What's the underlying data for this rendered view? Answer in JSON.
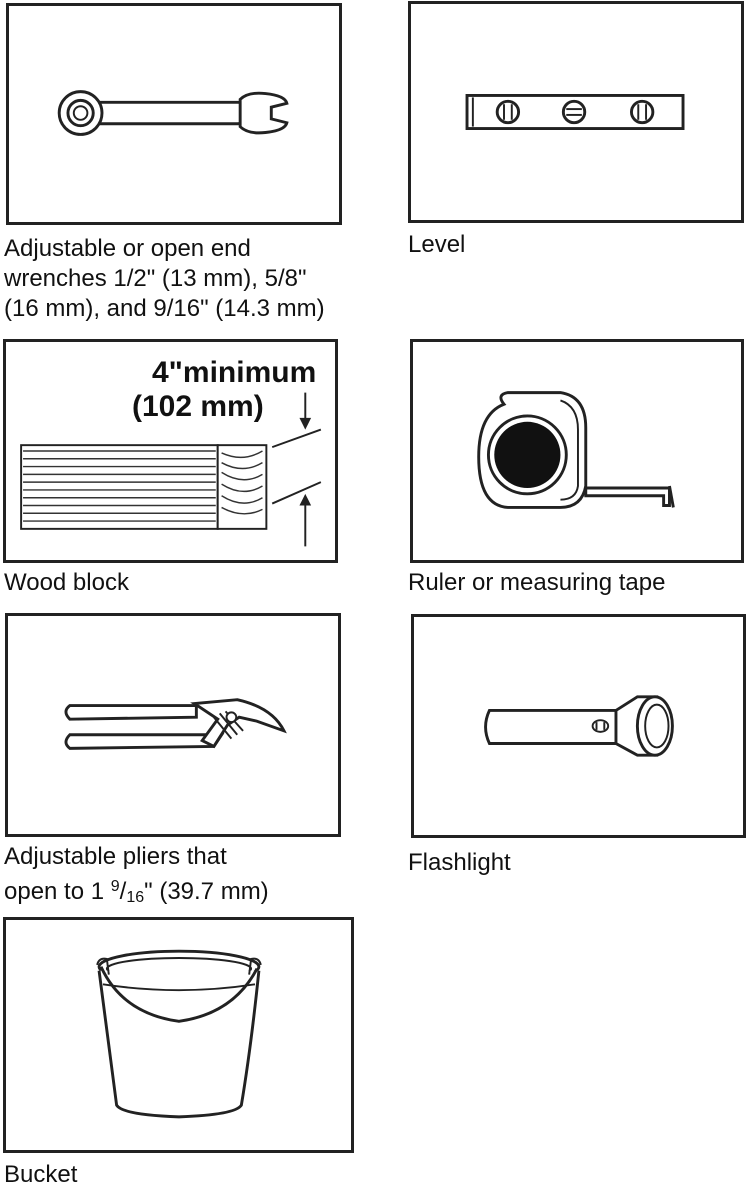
{
  "tools": {
    "wrench": {
      "caption_line1": "Adjustable or open end",
      "caption_line2": "wrenches 1/2\" (13 mm), 5/8\"",
      "caption_line3": "(16 mm), and 9/16\" (14.3 mm)",
      "icon": "wrench-icon"
    },
    "level": {
      "caption": "Level",
      "icon": "level-icon"
    },
    "wood_block": {
      "caption": "Wood block",
      "dimension_line1": "4\"minimum",
      "dimension_line2": "(102 mm)",
      "icon": "wood-block-icon"
    },
    "tape": {
      "caption": "Ruler or measuring tape",
      "icon": "tape-measure-icon"
    },
    "pliers": {
      "caption_line1": "Adjustable pliers that",
      "caption_line2_prefix": "open to 1 ",
      "caption_line2_num": "9",
      "caption_line2_slash": "/",
      "caption_line2_den": "16",
      "caption_line2_suffix": "\" (39.7 mm)",
      "icon": "pliers-icon"
    },
    "flashlight": {
      "caption": "Flashlight",
      "icon": "flashlight-icon"
    },
    "bucket": {
      "caption": "Bucket",
      "icon": "bucket-icon"
    }
  }
}
